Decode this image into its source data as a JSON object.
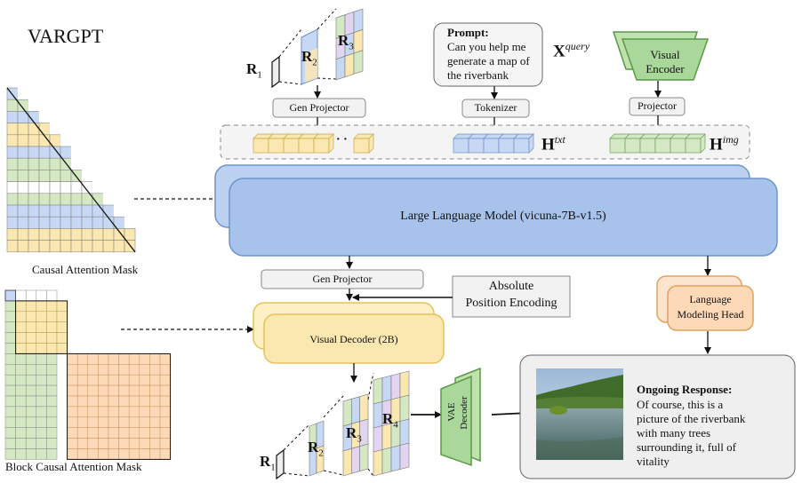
{
  "title": "VARGPT",
  "masks": {
    "causal_label": "Causal Attention Mask",
    "block_label": "Block Causal Attention Mask"
  },
  "top": {
    "r1": "R",
    "r1_sub": "1",
    "r2": "R",
    "r2_sub": "2",
    "r3": "R",
    "r3_sub": "3",
    "gen_projector": "Gen Projector",
    "prompt_title": "Prompt:",
    "prompt_lines": [
      "Can you help me",
      "generate a map of",
      "the riverbank"
    ],
    "x_query": "X",
    "x_query_sup": "query",
    "tokenizer": "Tokenizer",
    "visual_encoder_lines": [
      "Visual",
      "Encoder"
    ],
    "projector": "Projector",
    "h_txt": "H",
    "h_txt_sup": "txt",
    "h_img": "H",
    "h_img_sup": "img",
    "dots": "· ·"
  },
  "llm": {
    "label": "Large Language Model (vicuna-7B-v1.5)"
  },
  "mid": {
    "gen_projector": "Gen Projector",
    "abs_pos_lines": [
      "Absolute",
      "Position Encoding"
    ],
    "lm_head_lines": [
      "Language",
      "Modeling Head"
    ],
    "visual_decoder": "Visual Decoder (2B)"
  },
  "bottom": {
    "r1": "R",
    "r1_sub": "1",
    "r2": "R",
    "r2_sub": "2",
    "r3": "R",
    "r3_sub": "3",
    "r4": "R",
    "r4_sub": "4",
    "vae_lines": [
      "VAE",
      "Decoder"
    ]
  },
  "response": {
    "title": "Ongoing Response:",
    "lines": [
      "Of course, this is a",
      "picture of the riverbank",
      "with many trees",
      "surrounding it, full of",
      "vitality"
    ]
  },
  "colors": {
    "green": "#d5e8c4",
    "blue": "#c6d8f3",
    "yellow": "#fbe7b0",
    "orange": "#fdd9b8",
    "llm": "#a7c3ec",
    "vae": "#a9d89a"
  }
}
